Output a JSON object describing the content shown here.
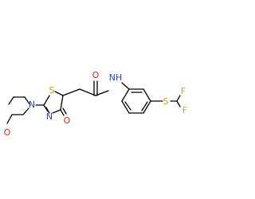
{
  "molecule": {
    "atoms": {
      "o_morpholine": "O",
      "n_morpholine": "N",
      "s_ring": "S",
      "n_ring": "N",
      "o_ketone": "O",
      "o_amide": "O",
      "nh_amide": "NH",
      "s_thioether": "S",
      "f_upper": "F",
      "f_lower": "F"
    },
    "colors": {
      "bond": "#000000",
      "oxygen": "#e8221b",
      "nitrogen": "#2a3fd1",
      "sulfur": "#c8a200",
      "fluorine": "#8ec73f"
    }
  }
}
